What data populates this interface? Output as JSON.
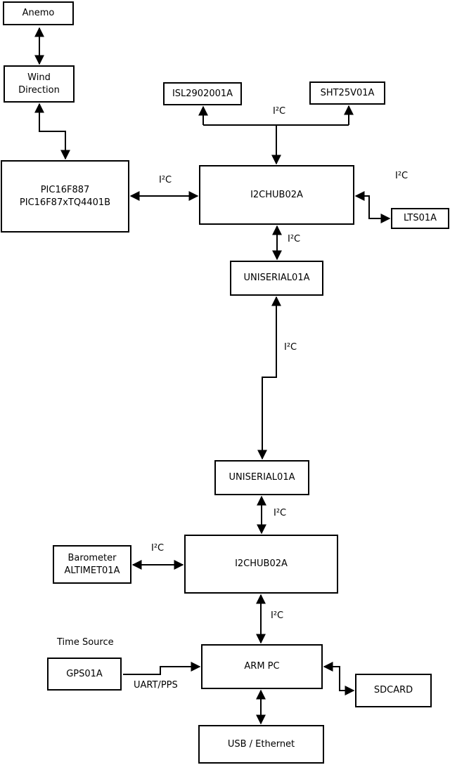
{
  "diagram_title": "weather-station block diagram",
  "colors": {
    "line": "#000000",
    "box_border": "#000000",
    "box_fill": "#ffffff",
    "background": "#ffffff"
  },
  "nodes": {
    "anemo": {
      "label": "Anemo"
    },
    "wind": {
      "label": "Wind\nDirection"
    },
    "pic": {
      "label": "PIC16F887\nPIC16F87xTQ4401B"
    },
    "isl": {
      "label": "ISL2902001A"
    },
    "sht": {
      "label": "SHT25V01A"
    },
    "hub1": {
      "label": "I2CHUB02A"
    },
    "lts": {
      "label": "LTS01A"
    },
    "uniserial1": {
      "label": "UNISERIAL01A"
    },
    "uniserial2": {
      "label": "UNISERIAL01A"
    },
    "barometer": {
      "label": "Barometer\nALTIMET01A"
    },
    "hub2": {
      "label": "I2CHUB02A"
    },
    "gps": {
      "label": "GPS01A"
    },
    "armpc": {
      "label": "ARM PC"
    },
    "sdcard": {
      "label": "SDCARD"
    },
    "usb": {
      "label": "USB / Ethernet"
    }
  },
  "edge_labels": {
    "i2c_sensor_bus": "I²C",
    "i2c_pic_hub1": "I²C",
    "i2c_hub1_lts": "I²C",
    "i2c_hub1_uni1": "I²C",
    "i2c_uniserial": "I²C",
    "i2c_uni2_hub2": "I²C",
    "i2c_barometer": "I²C",
    "i2c_hub2_armpc": "I²C",
    "time_source": "Time Source",
    "uart_pps": "UART/PPS"
  }
}
